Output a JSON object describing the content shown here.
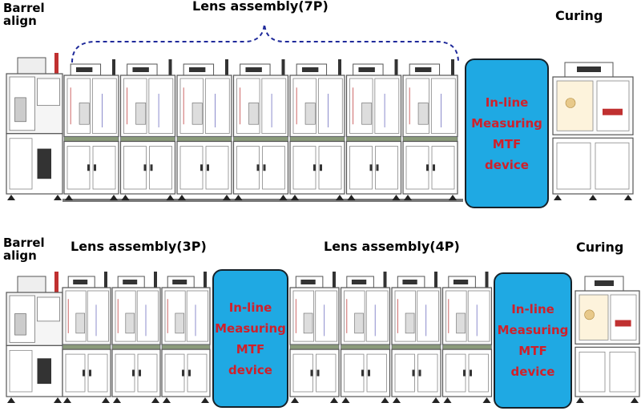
{
  "top_line": {
    "barrel_align": [
      "Barrel",
      "align"
    ],
    "lens_assembly": "Lens assembly(7P)",
    "curing": "Curing",
    "mtf": [
      "In-line",
      "Measuring",
      "MTF",
      "device"
    ]
  },
  "bottom_line": {
    "barrel_align": [
      "Barrel",
      "align"
    ],
    "lens_assembly_a": "Lens assembly(3P)",
    "lens_assembly_b": "Lens assembly(4P)",
    "curing": "Curing",
    "mtf_a": [
      "In-line",
      "Measuring",
      "MTF",
      "device"
    ],
    "mtf_b": [
      "In-line",
      "Measuring",
      "MTF",
      "device"
    ]
  },
  "colors": {
    "mtf_fill": "#1fa9e3",
    "mtf_text": "#d0202a",
    "brace": "#1f2a9a"
  }
}
